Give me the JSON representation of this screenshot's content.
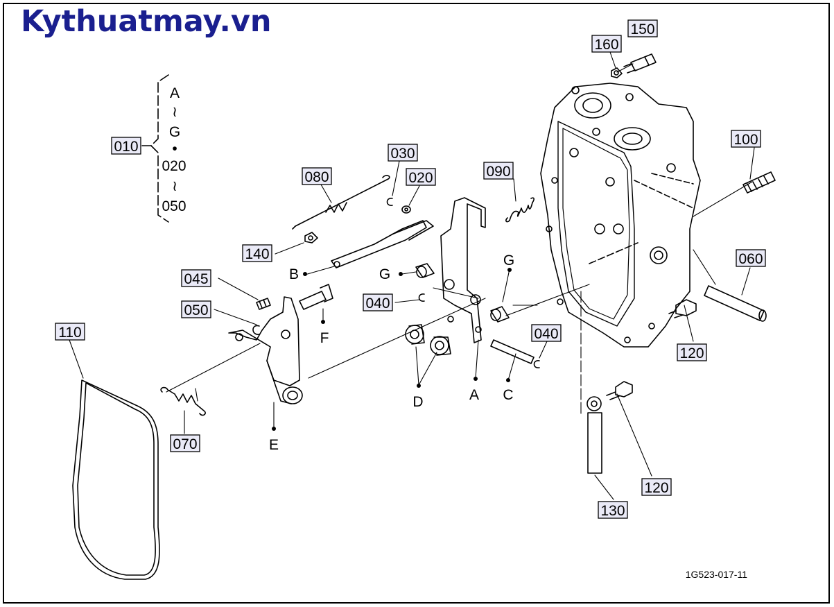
{
  "brand": {
    "text": "Kythuatmay.vn",
    "color": "#1a1f8f"
  },
  "diagram_code": "1G523-017-11",
  "colors": {
    "line": "#000000",
    "box_fill": "#eaeaf7"
  },
  "group_label": {
    "part": "010",
    "items": [
      "A",
      "≀",
      "G",
      "•",
      "020",
      "≀",
      "050"
    ]
  },
  "part_numbers": [
    "150",
    "160",
    "100",
    "060",
    "120",
    "120",
    "130",
    "090",
    "030",
    "020",
    "080",
    "140",
    "045",
    "050",
    "040",
    "040",
    "070",
    "110"
  ],
  "letters": [
    "A",
    "B",
    "C",
    "D",
    "E",
    "F",
    "G",
    "G"
  ]
}
